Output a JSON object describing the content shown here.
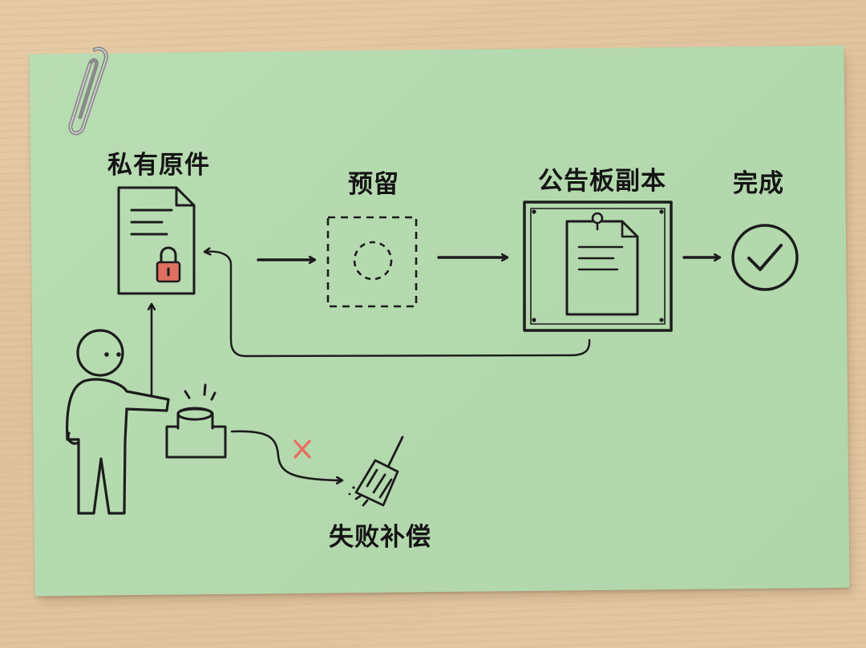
{
  "nodes": {
    "private_original": {
      "label": "私有原件"
    },
    "reserve": {
      "label": "预留"
    },
    "board_copy": {
      "label": "公告板副本"
    },
    "done": {
      "label": "完成"
    },
    "failure_compensation": {
      "label": "失败补偿"
    }
  },
  "colors": {
    "paper": "#b6dab0",
    "ink": "#1c1c1c",
    "lock": "#e0705f",
    "fail_mark": "#e8705e",
    "desk": "#e2c6a0"
  },
  "icons": [
    "paperclip-icon",
    "document-icon",
    "lock-icon",
    "dashed-placeholder-icon",
    "pinned-note-icon",
    "checkmark-icon",
    "person-icon",
    "push-button-icon",
    "cross-icon",
    "broom-icon"
  ]
}
